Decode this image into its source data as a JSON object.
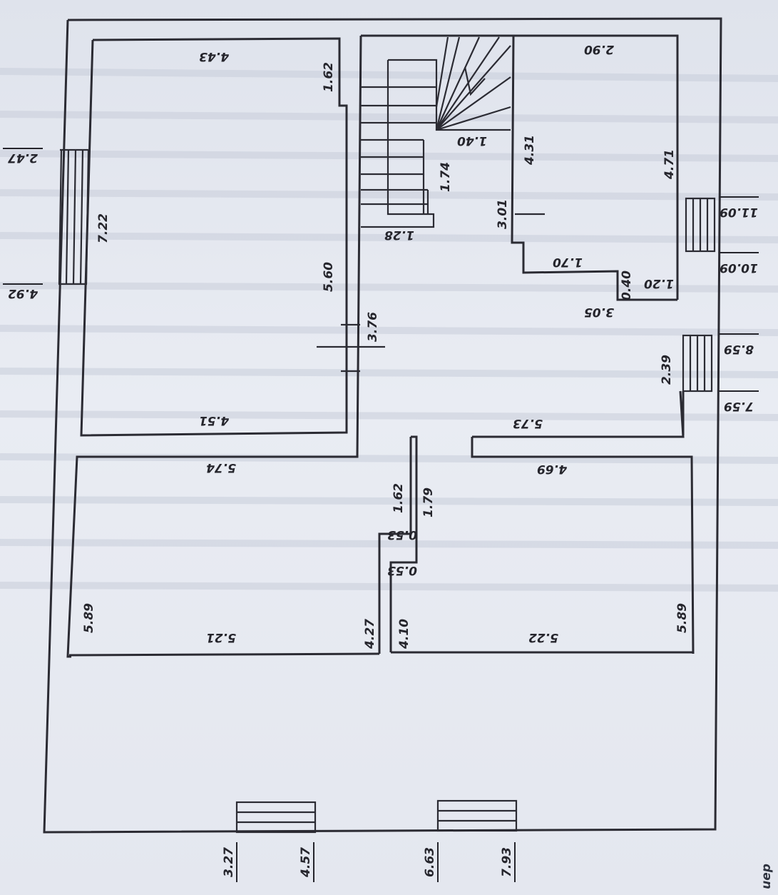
{
  "dimensions": {
    "room_nw_top": "4.43",
    "room_nw_height": "7.22",
    "room_nw_right": "5.60",
    "room_nw_bottom": "4.51",
    "room_nw_notch": "1.62",
    "corridor_width": "3.76",
    "stair_landing": "1.40",
    "stair_length": "1.74",
    "stair_bottom": "1.28",
    "hall_wall": "4.31",
    "closet_h": "3.01",
    "closet_w": "1.70",
    "closet_step": "0.40",
    "closet_door": "1.20",
    "hall_bottom": "3.05",
    "room_ne_top": "2.90",
    "room_ne_right": "4.71",
    "room_ne_window": "2.39",
    "mid_partition_total": "5.74",
    "mid_right_upper": "5.73",
    "mid_right_lower": "4.69",
    "partition_a": "1.62",
    "partition_b": "1.79",
    "partition_c": "0.53",
    "partition_d": "0.53",
    "room_sw_left": "5.89",
    "room_sw_right": "4.27",
    "room_sw_bottom": "5.21",
    "room_se_left": "4.10",
    "room_se_right": "5.89",
    "room_se_bottom": "5.22"
  },
  "outer_marks": {
    "left_top": "2.47",
    "left_bottom": "4.92",
    "right_1": "11.09",
    "right_2": "10.09",
    "right_3": "8.59",
    "right_4": "7.59",
    "bottom_1": "3.27",
    "bottom_2": "4.57",
    "bottom_3": "6.63",
    "bottom_4": "7.93"
  },
  "edge_text": "ueр"
}
